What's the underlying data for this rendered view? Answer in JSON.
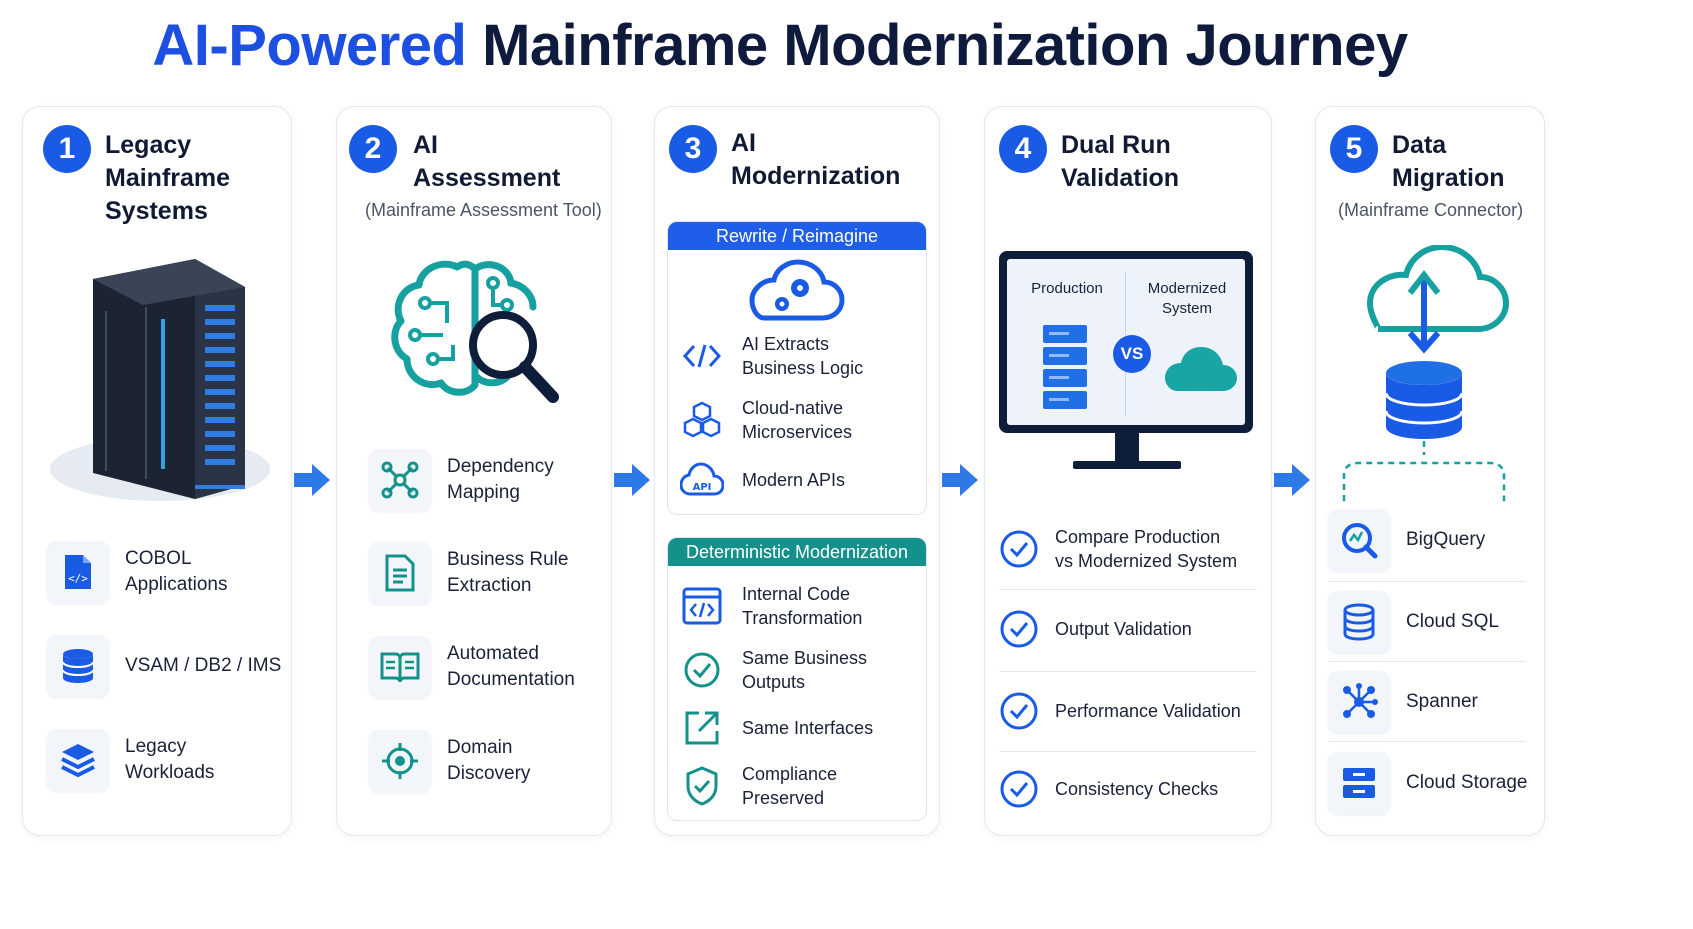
{
  "title": {
    "accent": "AI-Powered",
    "rest": "Mainframe Modernization Journey"
  },
  "steps": [
    {
      "number": "1",
      "title_lines": [
        "Legacy",
        "Mainframe",
        "Systems"
      ],
      "items": [
        {
          "label_lines": [
            "COBOL",
            "Applications"
          ],
          "icon": "code-file-icon"
        },
        {
          "label_lines": [
            "VSAM / DB2 / IMS"
          ],
          "icon": "database-icon"
        },
        {
          "label_lines": [
            "Legacy",
            "Workloads"
          ],
          "icon": "layers-icon"
        }
      ]
    },
    {
      "number": "2",
      "title_lines": [
        "AI",
        "Assessment"
      ],
      "subtitle": "(Mainframe Assessment Tool)",
      "items": [
        {
          "label_lines": [
            "Dependency",
            "Mapping"
          ],
          "icon": "network-nodes-icon"
        },
        {
          "label_lines": [
            "Business Rule",
            "Extraction"
          ],
          "icon": "document-icon"
        },
        {
          "label_lines": [
            "Automated",
            "Documentation"
          ],
          "icon": "open-book-icon"
        },
        {
          "label_lines": [
            "Domain",
            "Discovery"
          ],
          "icon": "target-icon"
        }
      ]
    },
    {
      "number": "3",
      "title_lines": [
        "AI",
        "Modernization"
      ],
      "panels": [
        {
          "heading": "Rewrite / Reimagine",
          "items": [
            {
              "label_lines": [
                "AI Extracts",
                "Business Logic"
              ],
              "icon": "code-brackets-icon"
            },
            {
              "label_lines": [
                "Cloud-native",
                "Microservices"
              ],
              "icon": "cubes-icon"
            },
            {
              "label_lines": [
                "Modern APIs"
              ],
              "icon": "cloud-api-icon",
              "icon_text": "API"
            }
          ]
        },
        {
          "heading": "Deterministic Modernization",
          "items": [
            {
              "label_lines": [
                "Internal Code",
                "Transformation"
              ],
              "icon": "code-window-icon"
            },
            {
              "label_lines": [
                "Same Business",
                "Outputs"
              ],
              "icon": "check-circle-icon"
            },
            {
              "label_lines": [
                "Same Interfaces"
              ],
              "icon": "arrow-box-icon"
            },
            {
              "label_lines": [
                "Compliance",
                "Preserved"
              ],
              "icon": "shield-check-icon"
            }
          ]
        }
      ]
    },
    {
      "number": "4",
      "title_lines": [
        "Dual Run",
        "Validation"
      ],
      "monitor": {
        "left_label": "Production",
        "right_label_lines": [
          "Modernized",
          "System"
        ],
        "vs": "VS"
      },
      "items": [
        {
          "label_lines": [
            "Compare Production",
            "vs Modernized System"
          ]
        },
        {
          "label_lines": [
            "Output Validation"
          ]
        },
        {
          "label_lines": [
            "Performance Validation"
          ]
        },
        {
          "label_lines": [
            "Consistency Checks"
          ]
        }
      ]
    },
    {
      "number": "5",
      "title_lines": [
        "Data",
        "Migration"
      ],
      "subtitle": "(Mainframe Connector)",
      "items": [
        {
          "label_lines": [
            "BigQuery"
          ],
          "icon": "bigquery-icon"
        },
        {
          "label_lines": [
            "Cloud SQL"
          ],
          "icon": "cloud-sql-icon"
        },
        {
          "label_lines": [
            "Spanner"
          ],
          "icon": "spanner-icon"
        },
        {
          "label_lines": [
            "Cloud Storage"
          ],
          "icon": "cloud-storage-icon"
        }
      ]
    }
  ],
  "colors": {
    "primary_blue": "#1a5be6",
    "teal": "#15918c",
    "navy": "#0f1b3d"
  }
}
